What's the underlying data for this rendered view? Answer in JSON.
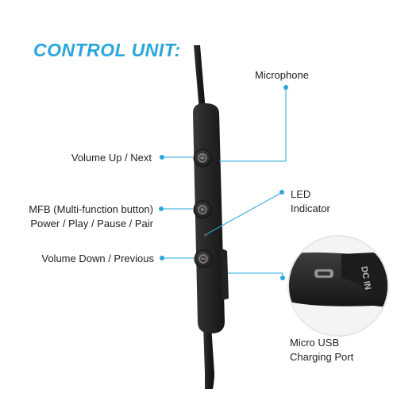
{
  "title": "CONTROL UNIT:",
  "labels": {
    "microphone": "Microphone",
    "volume_up": "Volume Up / Next",
    "mfb_line1": "MFB (Multi-function button)",
    "mfb_line2": "Power / Play / Pause / Pair",
    "volume_down": "Volume Down / Previous",
    "led_line1": "LED",
    "led_line2": "Indicator",
    "usb_line1": "Micro USB",
    "usb_line2": "Charging Port"
  },
  "port_text": "DC IN",
  "colors": {
    "accent": "#2aa6dc",
    "leader": "#2aa6dc",
    "body": "#2b2b2b",
    "cable": "#1e1e1e",
    "text": "#222222"
  },
  "icons": {
    "up_button": "plus-icon",
    "mfb_button": "play-icon",
    "down_button": "minus-icon"
  }
}
